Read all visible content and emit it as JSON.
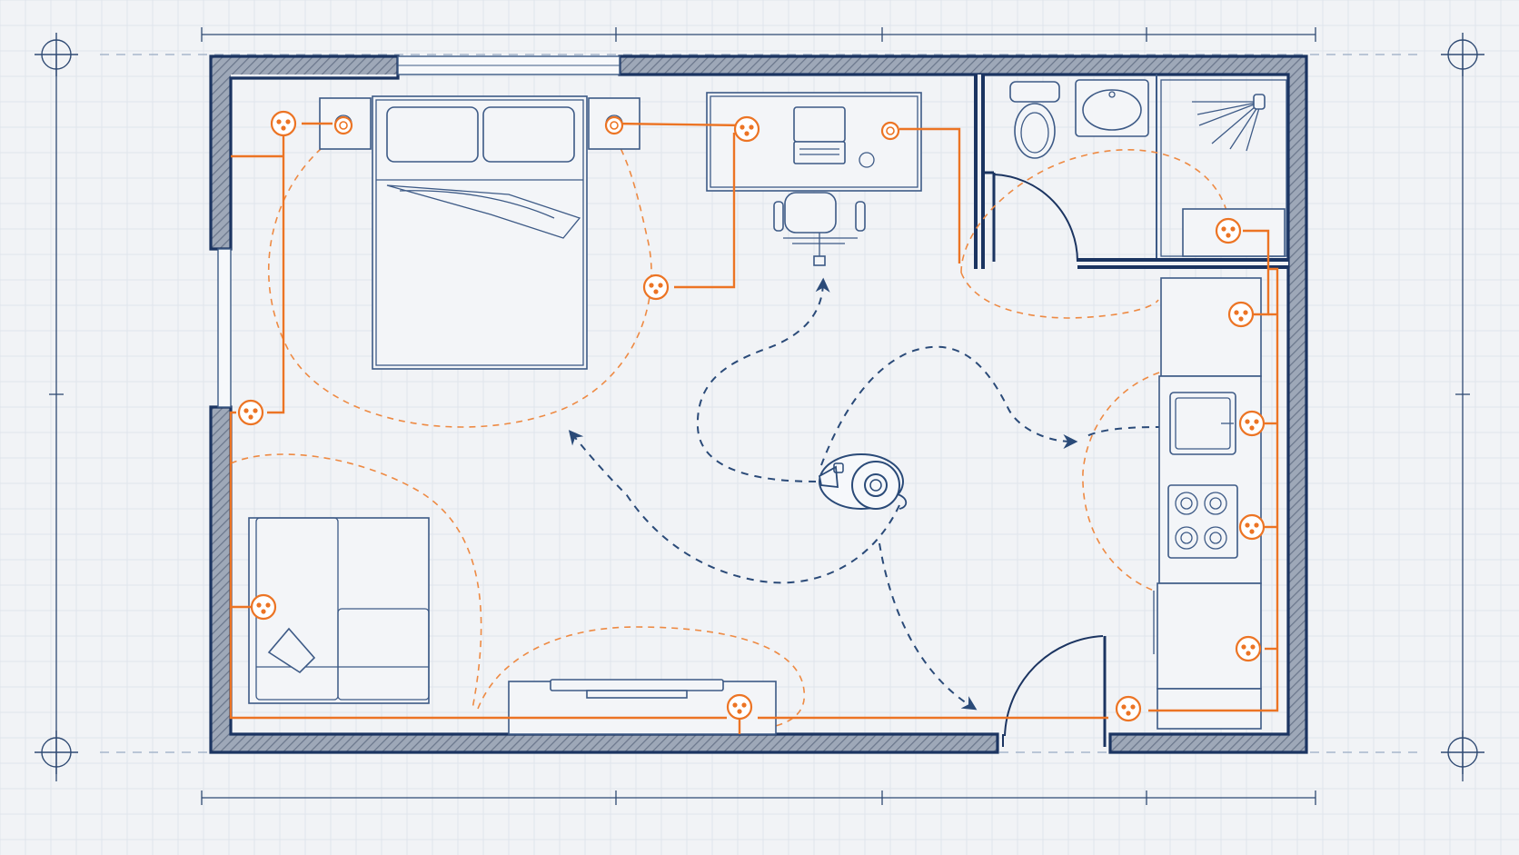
{
  "colors": {
    "background": "#f1f3f6",
    "wall": "#1b3461",
    "furniture": "#3d5a86",
    "wiring": "#ec7424",
    "robot_path": "#2a4a78"
  },
  "rooms": [
    "bedroom",
    "workspace",
    "bathroom",
    "living-area",
    "kitchen"
  ],
  "outlets": [
    {
      "room": "bedroom",
      "kind": "duplex"
    },
    {
      "room": "bedroom",
      "kind": "single"
    },
    {
      "room": "bedroom",
      "kind": "single"
    },
    {
      "room": "bedroom",
      "kind": "duplex"
    },
    {
      "room": "workspace",
      "kind": "duplex"
    },
    {
      "room": "workspace",
      "kind": "single"
    },
    {
      "room": "living-area",
      "kind": "duplex"
    },
    {
      "room": "living-area",
      "kind": "duplex"
    },
    {
      "room": "living-area",
      "kind": "duplex"
    },
    {
      "room": "bathroom",
      "kind": "duplex"
    },
    {
      "room": "kitchen",
      "kind": "duplex"
    },
    {
      "room": "kitchen",
      "kind": "duplex"
    },
    {
      "room": "kitchen",
      "kind": "duplex"
    },
    {
      "room": "kitchen",
      "kind": "duplex"
    },
    {
      "room": "kitchen",
      "kind": "duplex"
    }
  ],
  "icons": [
    "robot-vacuum-icon",
    "toilet-icon",
    "sink-icon",
    "shower-icon",
    "stove-icon",
    "laptop-icon",
    "tv-icon",
    "bed-icon",
    "sofa-icon",
    "desk-chair-icon"
  ]
}
